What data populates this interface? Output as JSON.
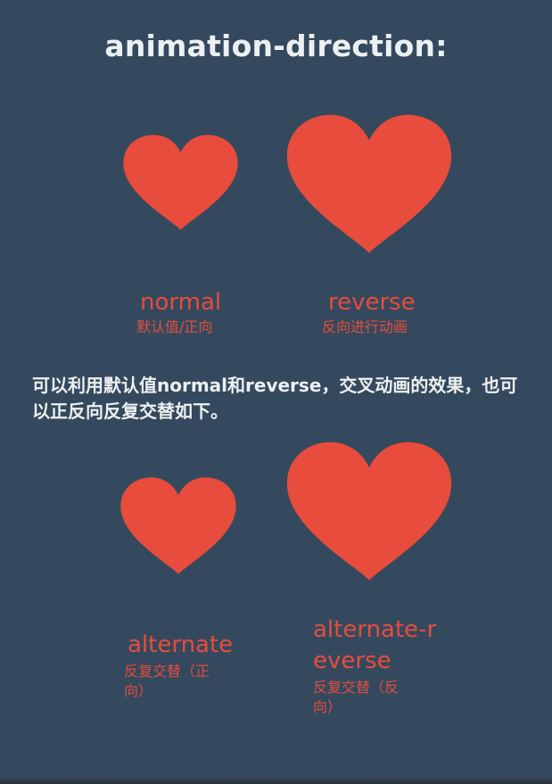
{
  "title": "animation-direction:",
  "note": "可以利用默认值normal和reverse，交叉动画的效果，也可以正反向反复交替如下。",
  "modes": [
    {
      "name": "normal",
      "desc": "默认值/正向"
    },
    {
      "name": "reverse",
      "desc": "反向进行动画"
    },
    {
      "name": "alternate",
      "desc": "反复交替（正向）"
    },
    {
      "name": "alternate-reverse",
      "desc": "反复交替（反向）"
    }
  ],
  "colors": {
    "background": "#34495e",
    "heart": "#e74c3c",
    "title_text": "#ecf0f1"
  }
}
